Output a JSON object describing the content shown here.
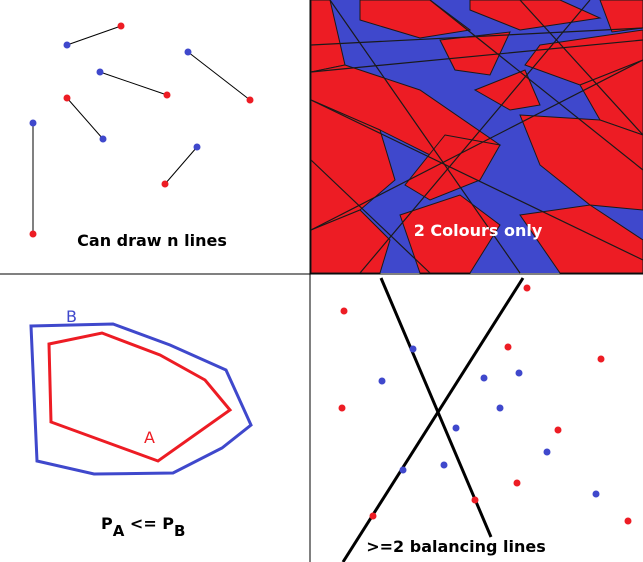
{
  "panels": {
    "top_left": {
      "caption": "Can draw n lines"
    },
    "top_right": {
      "caption": "2 Colours only"
    },
    "bottom_left": {
      "outer_label": "B",
      "inner_label": "A",
      "formula": {
        "p1": "P",
        "sub1": "A",
        "op": " <= ",
        "p2": "P",
        "sub2": "B"
      }
    },
    "bottom_right": {
      "caption": ">=2 balancing lines"
    }
  },
  "colors": {
    "red": "#ed1c24",
    "blue": "#3f48cc",
    "black": "#000000",
    "white": "#ffffff"
  }
}
